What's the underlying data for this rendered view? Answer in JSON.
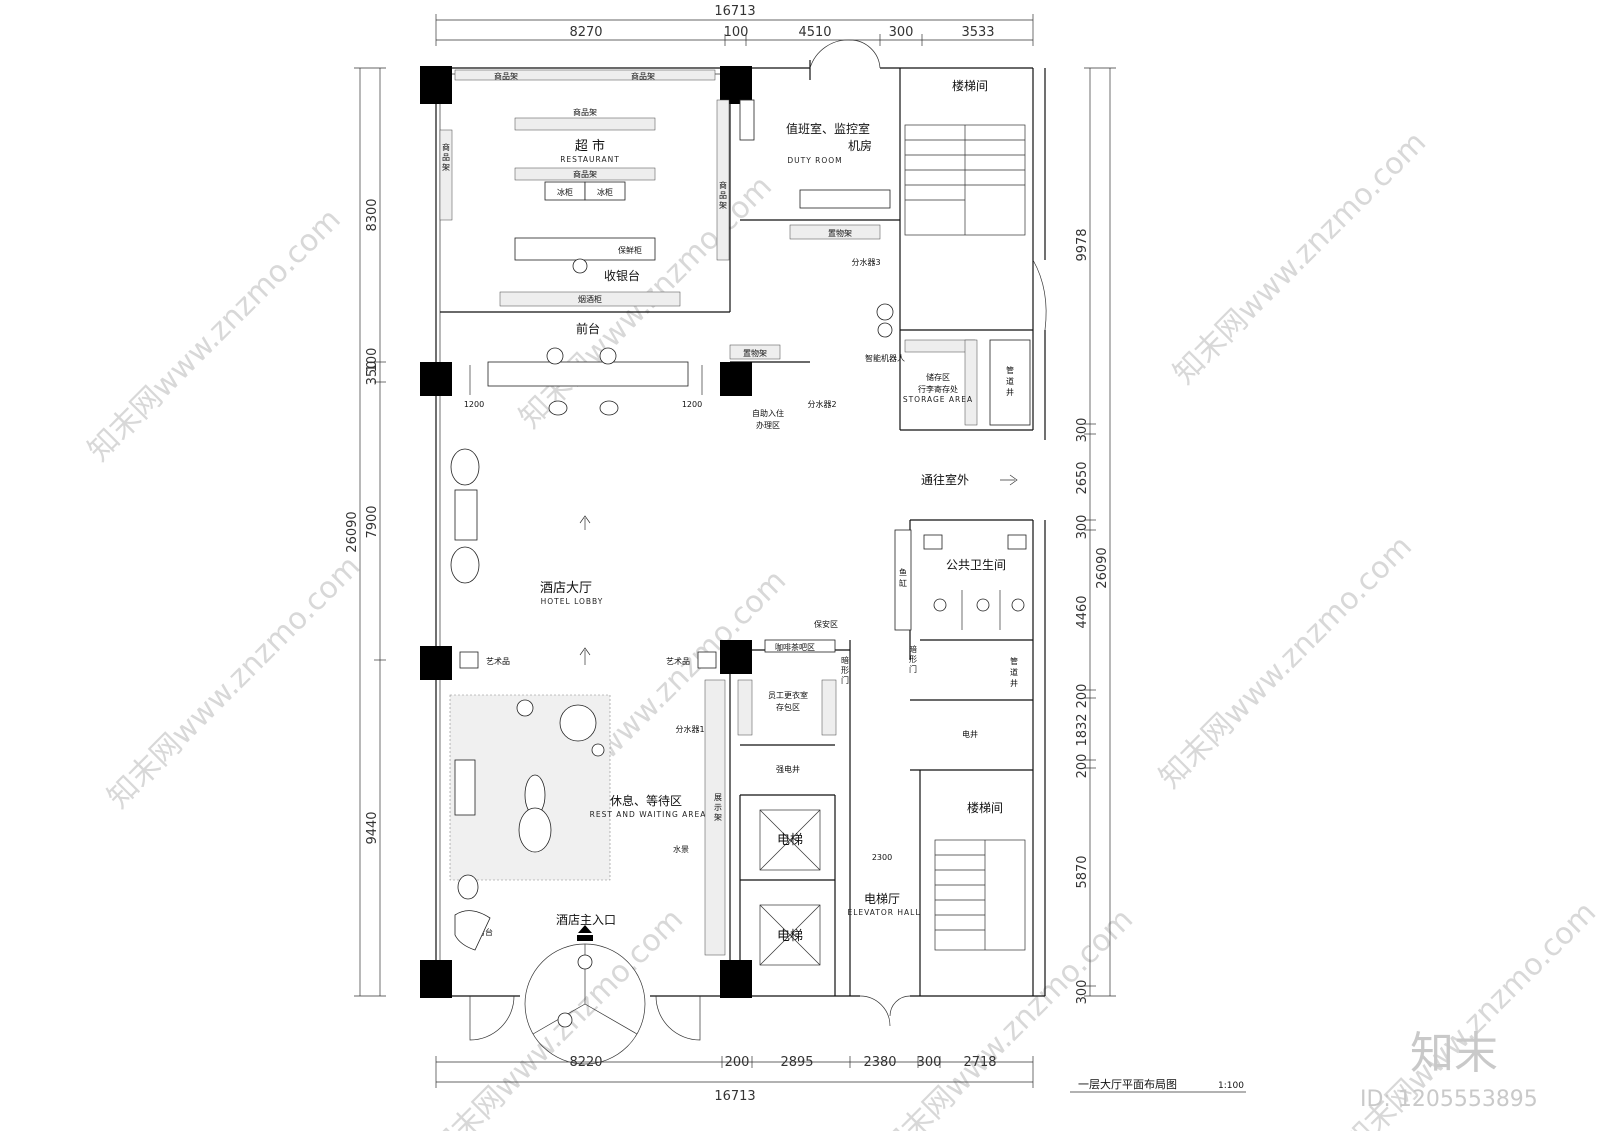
{
  "dims": {
    "top_total": "16713",
    "top_segments": [
      "8270",
      "100",
      "4510",
      "300",
      "3533"
    ],
    "bottom_segments": [
      "8220",
      "200",
      "2895",
      "2380",
      "300",
      "2718"
    ],
    "bottom_total": "16713",
    "left_total": "26090",
    "left_segments": [
      "8300",
      "100",
      "350",
      "7900",
      "9440"
    ],
    "right_total": "26090",
    "right_segments": [
      "9978",
      "300",
      "2650",
      "300",
      "4460",
      "200",
      "1832",
      "200",
      "5870",
      "300"
    ],
    "small": [
      "1200",
      "1200",
      "2300"
    ]
  },
  "rooms": {
    "supermarket": "超 市",
    "supermarket_en": "RESTAURANT",
    "duty_room_1": "值班室、监控室",
    "duty_room_2": "机房",
    "duty_room_en": "DUTY ROOM",
    "stairs_top": "楼梯间",
    "stairs_bottom": "楼梯间",
    "cashier": "收银台",
    "reception": "前台",
    "lobby": "酒店大厅",
    "lobby_en": "HOTEL LOBBY",
    "rest_area": "休息、等待区",
    "rest_area_en": "REST AND WAITING AREA",
    "main_entrance": "酒店主入口",
    "elevator_hall": "电梯厅",
    "elevator_hall_en": "ELEVATOR HALL",
    "elevator_1": "电梯",
    "elevator_2": "电梯",
    "public_wc": "公共卫生间",
    "to_outside": "通往室外",
    "storage_1": "储存区",
    "storage_2": "行李寄存处",
    "storage_en": "STORAGE AREA",
    "pipe_shaft_1": "管",
    "pipe_shaft_1b": "道",
    "pipe_shaft_1c": "井",
    "pipe_shaft_2": "管",
    "pipe_shaft_2b": "道",
    "pipe_shaft_2c": "井",
    "elec_shaft": "电井",
    "strong_elec": "强电井",
    "staff_locker_1": "员工更衣室",
    "staff_locker_2": "存包区",
    "self_checkin_1": "自助入住",
    "self_checkin_2": "办理区",
    "service_desk": "服务台",
    "smart_robot": "智能机器人",
    "coffee": "咖啡茶吧区",
    "security": "保安区",
    "fish_tank_1": "鱼",
    "fish_tank_2": "缸"
  },
  "labels": {
    "shelf": "商品架",
    "shelf_v": [
      "商",
      "品",
      "架"
    ],
    "fridge": "冰柜",
    "fresh_cabinet": "保鲜柜",
    "tobacco": "烟酒柜",
    "storage_rack": "置物架",
    "water_1": "分水器1",
    "water_2": "分水器2",
    "water_3": "分水器3",
    "art": "艺术品",
    "display_v": [
      "展",
      "示",
      "架"
    ],
    "water_feature": "水景",
    "hidden_door_v": [
      "暗",
      "形",
      "门"
    ]
  },
  "title": {
    "text": "一层大厅平面布局图",
    "scale": "1:100"
  },
  "watermark": {
    "brand": "知末",
    "id": "ID: 1205553895",
    "repeat_text": "知末网www.znzmo.com"
  }
}
